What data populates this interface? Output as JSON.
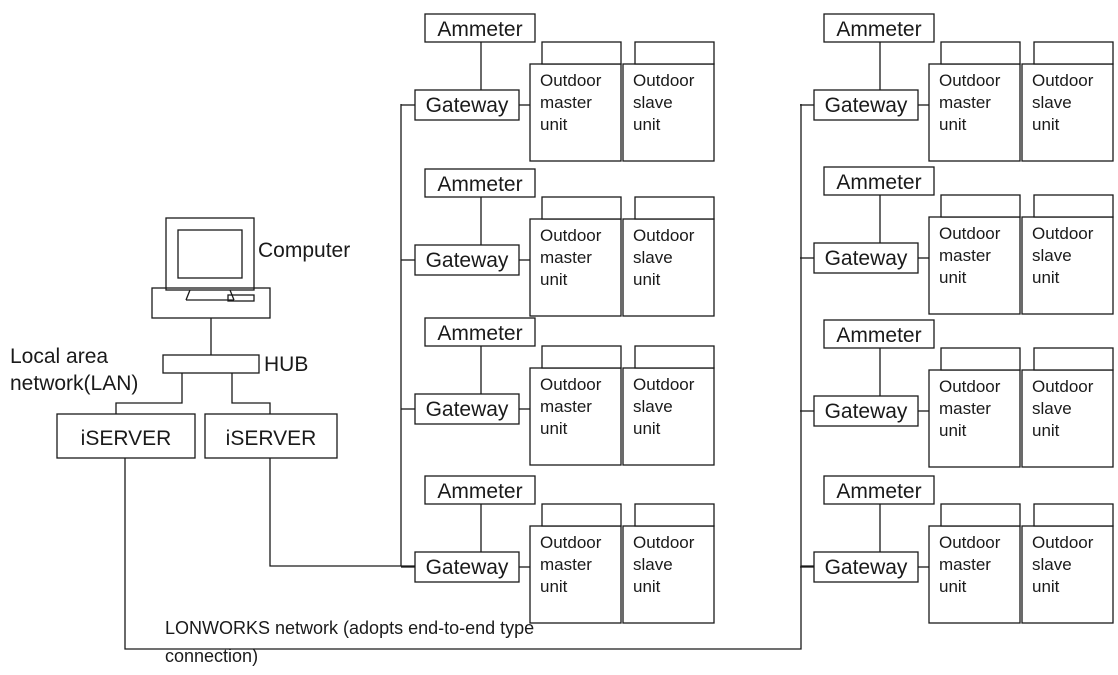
{
  "labels": {
    "computer": "Computer",
    "hub": "HUB",
    "lan_line1": "Local area",
    "lan_line2": "network(LAN)",
    "iserver": "iSERVER",
    "lonworks_line1": "LONWORKS network (adopts end-to-end type",
    "lonworks_line2": "connection)",
    "ammeter": "Ammeter",
    "gateway": "Gateway",
    "master_unit": [
      "Outdoor",
      "master",
      "unit"
    ],
    "slave_unit": [
      "Outdoor",
      "slave",
      "unit"
    ]
  }
}
